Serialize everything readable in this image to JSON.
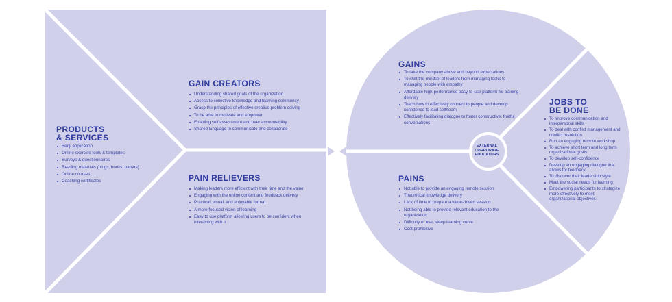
{
  "colors": {
    "fill": "#d1d0ea",
    "text": "#2e3a9c",
    "divider": "#ffffff"
  },
  "products_services": {
    "title_line1": "PRODUCTS",
    "title_line2": "& SERVICES",
    "items": [
      "Benji application",
      "Online exercise tools & templates",
      "Surveys & questionnaires",
      "Reading materials (blogs, books, papers)",
      "Online courses",
      "Coaching certificates"
    ]
  },
  "gain_creators": {
    "title": "GAIN CREATORS",
    "items": [
      "Understanding shared goals of the organization",
      "Access to collective knowledge and learning community",
      "Grasp the principles of effective creative  problem solving",
      "To be able to motivate and empower",
      "Enabling self assessment and peer accountability",
      "Shared language to communicate and collaborate"
    ]
  },
  "pain_relievers": {
    "title": "PAIN RELIEVERS",
    "items": [
      "Making leaders more efficient with their time and the value",
      "Engaging with the online content and feedback  delivery",
      "Practical, visual, and enjoyable format",
      "A more focused vision of learning",
      "Easy to use platform allowing users to be confident when interacting with it"
    ]
  },
  "gains": {
    "title": "GAINS",
    "items": [
      "To take the company above and beyond expectations",
      "To shift the mindset of leaders from managing tasks to managing people with empathy",
      "Affordable high-performance easy-to-use platform for training delivery",
      "Teach how to effectively connect to people and develop confidence to lead self/team",
      "Effectively facilitating dialogue to foster constructive, fruitful conversations"
    ]
  },
  "pains": {
    "title": "PAINS",
    "items": [
      "Not able to provide an engaging remote session",
      "Theoretical knowledge delivery",
      "Lack of time to prepare a value-driven session",
      "Not being able to provide relevant education to the organization",
      "Difficulty of use, steep learning curve",
      "Cost prohibitive"
    ]
  },
  "jobs_to_be_done": {
    "title_line1": "JOBS TO",
    "title_line2": "BE DONE",
    "items": [
      "To improve communication and interpersonal skills",
      "To deal with conflict management and conflict resolution",
      "Run an engaging remote workshop",
      "To achieve short term and long term organizational goals",
      "To develop self-confidence",
      "Develop an engaging dialogue that allows for feedback",
      "To discover their leadership style",
      "Meet the social needs for learning",
      "Empowering participants to strategize more effectively to meet organizational objectives"
    ]
  },
  "customer_segment": {
    "line1": "EXTERNAL",
    "line2": "CORPORATE",
    "line3": "EDUCATORS"
  },
  "icons": {
    "fit_arrows": "double-left-arrow"
  }
}
